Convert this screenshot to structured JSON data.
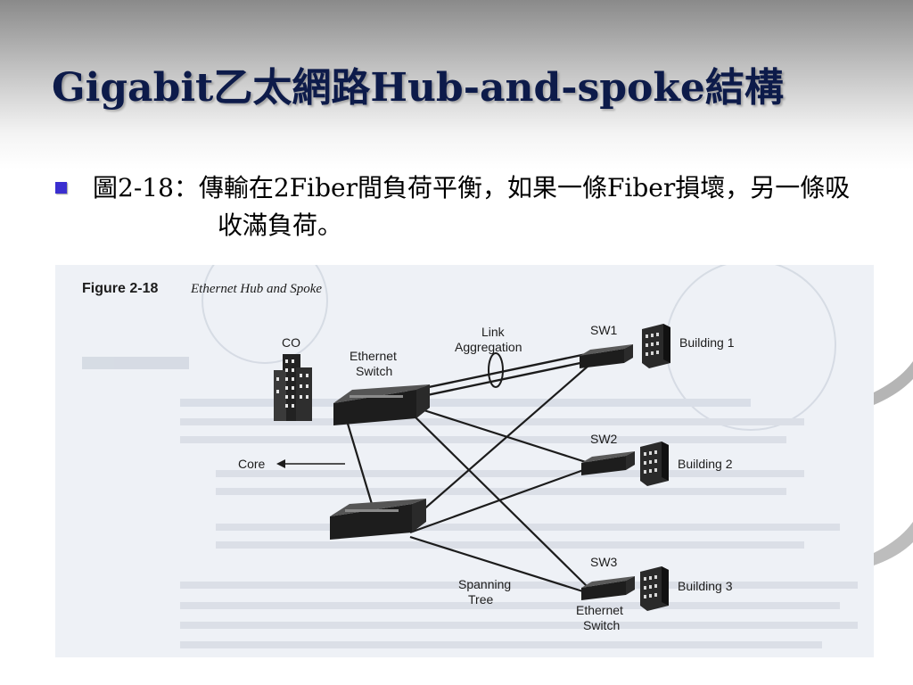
{
  "slide": {
    "title": "Gigabit乙太網路Hub-and-spoke結構",
    "bullet": "圖2-18：傳輸在2Fiber間負荷平衡，如果一條Fiber損壞，另一條吸收滿負荷。"
  },
  "figure": {
    "caption_number": "Figure 2-18",
    "caption_title": "Ethernet Hub and Spoke",
    "labels": {
      "co": "CO",
      "ethernet_switch_top_line1": "Ethernet",
      "ethernet_switch_top_line2": "Switch",
      "link_aggregation_line1": "Link",
      "link_aggregation_line2": "Aggregation",
      "core": "Core",
      "sw1": "SW1",
      "sw2": "SW2",
      "sw3": "SW3",
      "building1": "Building 1",
      "building2": "Building 2",
      "building3": "Building 3",
      "spanning_tree_line1": "Spanning",
      "spanning_tree_line2": "Tree",
      "ethernet_switch_bottom_line1": "Ethernet",
      "ethernet_switch_bottom_line2": "Switch"
    },
    "colors": {
      "ink": "#1c1c1c",
      "paper": "#eef1f6",
      "ghost": "#b7bfcc"
    }
  }
}
